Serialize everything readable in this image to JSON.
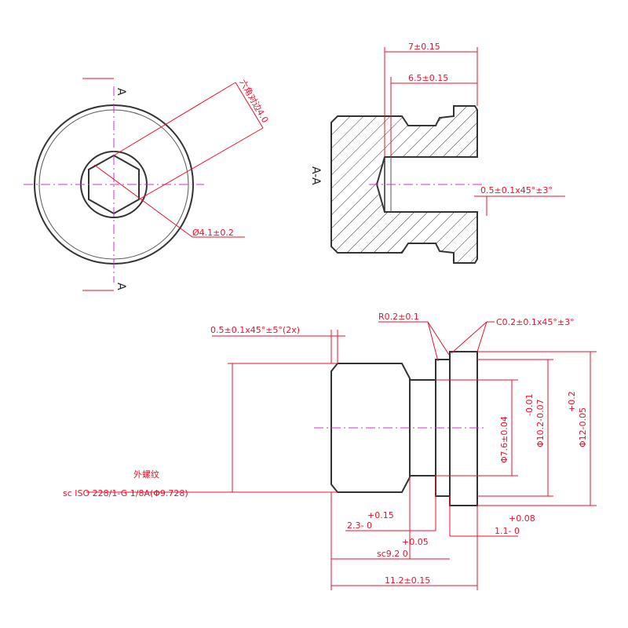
{
  "front_view": {
    "section_mark_top": "A",
    "section_mark_bottom": "A",
    "hex_label": "六角对边4.0",
    "hole_diameter": "Ø4.1±0.2"
  },
  "section_view": {
    "title": "A-A",
    "length_total": "7±0.15",
    "length_bore": "6.5±0.15",
    "bore_chamfer": "0.5±0.1x45°±3°"
  },
  "side_view": {
    "chamfer_left": "0.5±0.1x45°±5°(2x)",
    "radius": "R0.2±0.1",
    "chamfer_right": "C0.2±0.1x45°±3°",
    "thread_title": "外螺纹",
    "thread_spec": "sc ISO 228/1-G 1/8A(Φ9.728)",
    "dia_neck": "Φ7.6±0.04",
    "dia_groove_tol": "-0.01",
    "dia_groove": "Φ10.2-0.07",
    "dia_flange_tol": "+0.2",
    "dia_flange": "Φ12-0.05",
    "len_neck_tol": "+0.15",
    "len_neck": "2.3- 0",
    "len_thread_tol": "+0.05",
    "len_thread": "sc9.2 0",
    "len_flange_tol": "+0.08",
    "len_flange": "1.1- 0",
    "len_total": "11.2±0.15"
  }
}
